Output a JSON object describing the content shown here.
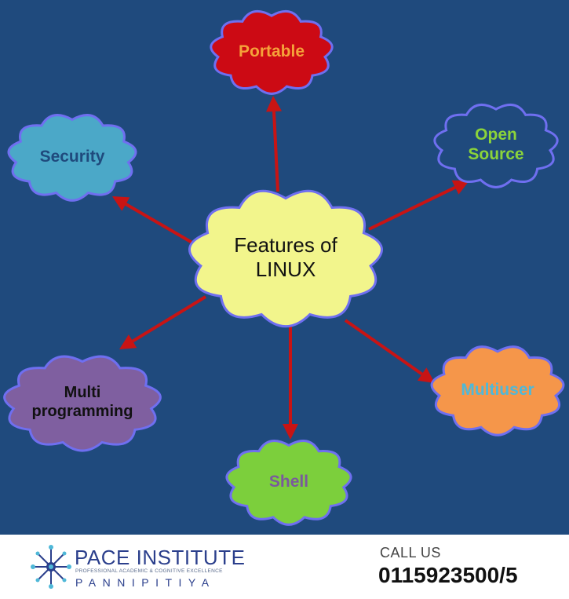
{
  "diagram": {
    "center": {
      "lines": [
        "Features of",
        "LINUX"
      ],
      "fill": "#f2f58c",
      "text_color": "#111111"
    },
    "features": [
      {
        "label": "Portable",
        "fill": "#cc0a14",
        "text_color": "#f5a23a"
      },
      {
        "label": "Open\nSource",
        "fill": "#1f4a7d",
        "text_color": "#8bd43a"
      },
      {
        "label": "Multiuser",
        "fill": "#f5964a",
        "text_color": "#4fb8d8"
      },
      {
        "label": "Shell",
        "fill": "#7ccf3c",
        "text_color": "#7a5a9c"
      },
      {
        "label": "Multi\nprogramming",
        "fill": "#7f5fa0",
        "text_color": "#111111"
      },
      {
        "label": "Security",
        "fill": "#4ba8c8",
        "text_color": "#1f4a7d"
      }
    ],
    "arrow_color": "#c81414",
    "cloud_outline": "#6f6ff0",
    "background": "#1f4a7d"
  },
  "footer": {
    "brand": "PACE INSTITUTE",
    "tagline": "PROFESSIONAL ACADEMIC & COGNITIVE EXCELLENCE",
    "location": "PANNIPITIYA",
    "call_label": "CALL US",
    "phone": "0115923500/5"
  }
}
